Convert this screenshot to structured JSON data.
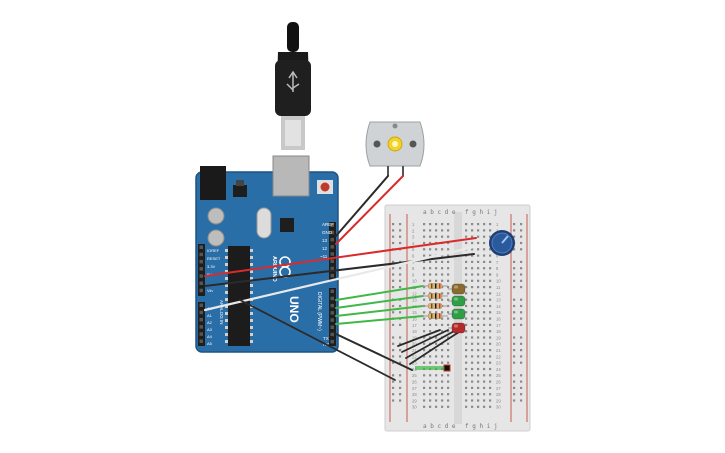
{
  "arduino": {
    "model_label": "UNO",
    "brand_label": "ARDUINO",
    "header_labels": {
      "aref": "AREF",
      "gnd": "GND",
      "pin13": "13",
      "pin12": "12",
      "pin11": "~11",
      "digital": "DIGITAL (PWM~)",
      "tx": "TX",
      "rx": "RX",
      "ioref": "IOREF",
      "reset": "RESET",
      "v33": "3.3V",
      "v5": "5V",
      "vin": "Vin",
      "analog_in": "ANALOG IN",
      "a0": "A0",
      "a1": "A1",
      "a2": "A2",
      "a3": "A3",
      "a4": "A4",
      "a5": "A5"
    }
  },
  "breadboard": {
    "column_letters_left": "a b c d e",
    "column_letters_right": "f g h i j",
    "row_numbers": [
      "1",
      "2",
      "3",
      "4",
      "5",
      "6",
      "7",
      "8",
      "9",
      "10",
      "11",
      "12",
      "13",
      "14",
      "15",
      "16",
      "17",
      "18",
      "19",
      "20",
      "21",
      "22",
      "23",
      "24",
      "25",
      "26",
      "27",
      "28",
      "29",
      "30"
    ]
  },
  "components": {
    "leds": [
      {
        "color": "#8a6a2e"
      },
      {
        "color": "#2f9e44"
      },
      {
        "color": "#2f9e44"
      },
      {
        "color": "#b52a2a"
      }
    ],
    "wire_colors": {
      "red": "#d92b2b",
      "black": "#2b2b2b",
      "green": "#3fb845",
      "white": "#e9e9e9"
    },
    "board_color": "#2a6ea8",
    "motor_color": "#cfd3d6",
    "pot_color": "#2a5a9c"
  }
}
